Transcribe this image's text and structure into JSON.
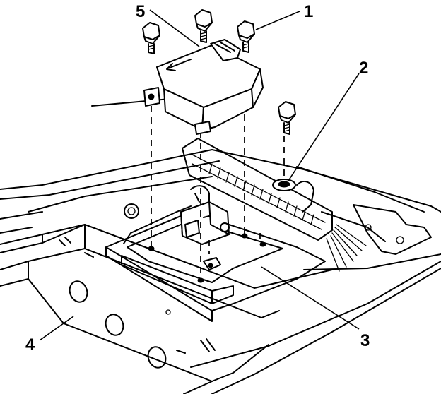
{
  "callouts": [
    {
      "id": "c1",
      "label": "1"
    },
    {
      "id": "c2",
      "label": "2"
    },
    {
      "id": "c3",
      "label": "3"
    },
    {
      "id": "c4",
      "label": "4"
    },
    {
      "id": "c5",
      "label": "5"
    }
  ],
  "colors": {
    "ink": "#000000",
    "paper": "#ffffff"
  }
}
